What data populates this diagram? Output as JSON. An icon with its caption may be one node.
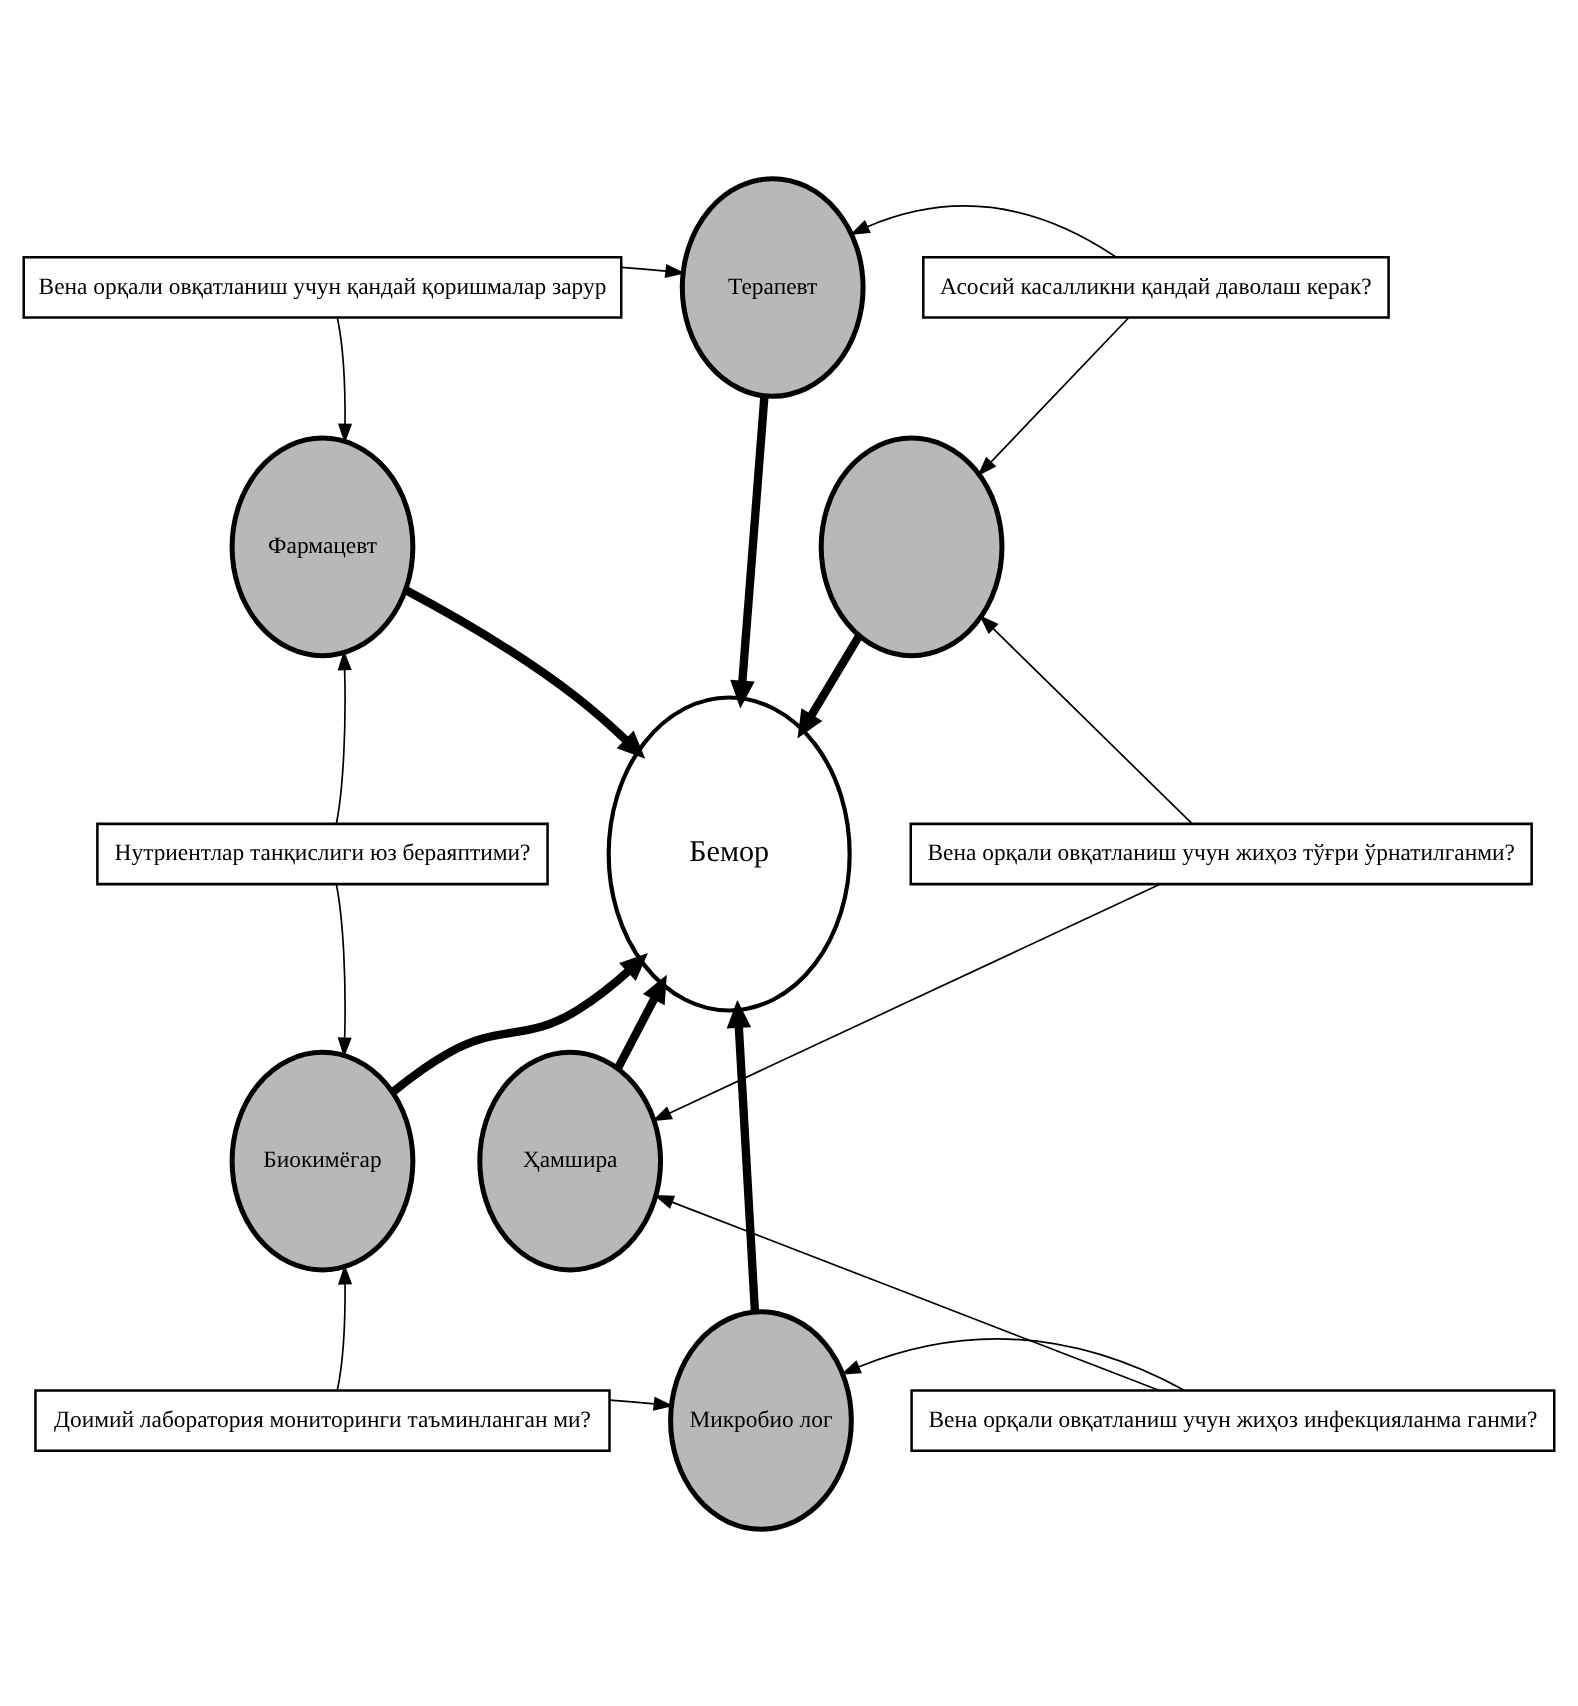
{
  "diagram": {
    "nodes": [
      {
        "text": [
          "Вена орқали овқатланиш учун қандай қоришмалар зарур"
        ]
      },
      {
        "text": [
          "Асосий касалликни қандай даволаш керак?"
        ]
      },
      {
        "text": [
          "Терапевт"
        ]
      },
      {
        "text": [
          "Фармацевт"
        ]
      },
      {
        "text": [],
        "shape": "circle"
      },
      {
        "text": [
          "Нутриентлар танқислиги юз бераяптими?"
        ]
      },
      {
        "text": [
          "Бемор"
        ]
      },
      {
        "text": [
          "Вена орқали овқатланиш учун жиҳоз тўғри ўрнатилганми?"
        ]
      },
      {
        "text": [
          "Биокимёгар"
        ]
      },
      {
        "text": [
          "Ҳамшира"
        ]
      },
      {
        "text": [
          "Микробио лог"
        ]
      },
      {
        "text": [
          "Доимий лаборатория мониторинги таъминланган ми?"
        ]
      },
      {
        "text": [
          "Вена орқали овқатланиш учун жиҳоз инфекцияланма ганми?"
        ]
      }
    ],
    "edges": [
      {
        "from": 2,
        "to": 6,
        "arrow": "to",
        "style": "thick"
      },
      {
        "from": 3,
        "to": 6,
        "arrow": "to",
        "style": "thick"
      },
      {
        "from": 4,
        "to": 6,
        "arrow": "to",
        "style": "thick"
      },
      {
        "from": 8,
        "to": 6,
        "arrow": "to",
        "style": "thick"
      },
      {
        "from": 10,
        "to": 6,
        "arrow": "to",
        "style": "thick"
      },
      {
        "from": 9,
        "to": 6,
        "arrow": "to",
        "style": "thick"
      },
      {
        "from": 0,
        "to": 2,
        "arrow": "to"
      },
      {
        "from": 0,
        "to": 3,
        "arrow": "to"
      },
      {
        "from": 1,
        "to": 2,
        "arrow": "to"
      },
      {
        "from": 1,
        "to": 4,
        "arrow": "to"
      },
      {
        "from": 5,
        "to": 3,
        "arrow": "to"
      },
      {
        "from": 5,
        "to": 8,
        "arrow": "to"
      },
      {
        "from": 7,
        "to": 4,
        "arrow": "to"
      },
      {
        "from": 7,
        "to": 9,
        "arrow": "to"
      },
      {
        "from": 11,
        "to": 8,
        "arrow": "to"
      },
      {
        "from": 11,
        "to": 10,
        "arrow": "to"
      },
      {
        "from": 12,
        "to": 10,
        "arrow": "to"
      },
      {
        "from": 12,
        "to": 9,
        "arrow": "to"
      }
    ]
  }
}
